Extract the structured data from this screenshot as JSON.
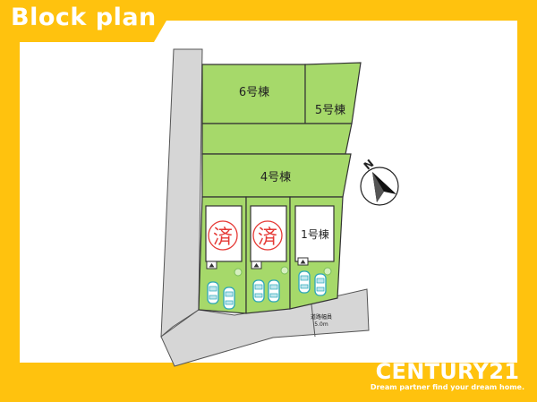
{
  "header": {
    "title": "Block plan"
  },
  "plan": {
    "lots": [
      {
        "id": "lot-6",
        "label": "6号棟"
      },
      {
        "id": "lot-5",
        "label": "5号棟"
      },
      {
        "id": "lot-4",
        "label": "4号棟"
      },
      {
        "id": "lot-3",
        "label": "済"
      },
      {
        "id": "lot-2",
        "label": "済"
      },
      {
        "id": "lot-1",
        "label": "1号棟"
      }
    ],
    "road": {
      "label_line1": "道路幅員",
      "label_line2": "5.0m"
    },
    "compass": {
      "label": "N"
    }
  },
  "brand": {
    "name": "CENTURY21",
    "tagline": "Dream partner find your dream home."
  },
  "colors": {
    "background": "#ffc20e",
    "lot_green": "#a6d96a",
    "road_gray": "#d6d6d6",
    "sold_stamp": "#e53935"
  }
}
